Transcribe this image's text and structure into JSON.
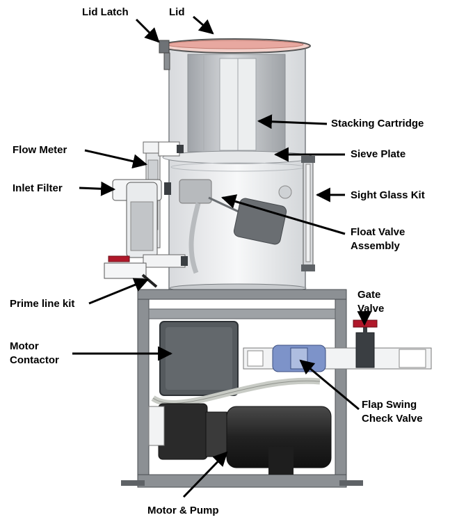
{
  "labels": {
    "lid_latch": "Lid Latch",
    "lid": "Lid",
    "stacking_cartridge": "Stacking Cartridge",
    "flow_meter": "Flow Meter",
    "sieve_plate": "Sieve Plate",
    "inlet_filter": "Inlet Filter",
    "sight_glass_kit": "Sight Glass Kit",
    "float_valve_line1": "Float Valve",
    "float_valve_line2": "Assembly",
    "prime_line_kit": "Prime line kit",
    "gate_valve_line1": "Gate",
    "gate_valve_line2": "Valve",
    "motor_contactor_line1": "Motor",
    "motor_contactor_line2": "Contactor",
    "check_valve_line1": "Flap Swing",
    "check_valve_line2": "Check Valve",
    "motor_pump": "Motor & Pump"
  },
  "colors": {
    "frame": "#8c9094",
    "frame_dark": "#5e6266",
    "tank_glass": "#eef0f2",
    "cartridge": "#b9bcc0",
    "lid_rim": "#e8a8a0",
    "motor_body": "#2a2a2a",
    "contactor_box": "#555a5e",
    "valve_handle": "#b0182a",
    "check_valve": "#7d93c9"
  }
}
